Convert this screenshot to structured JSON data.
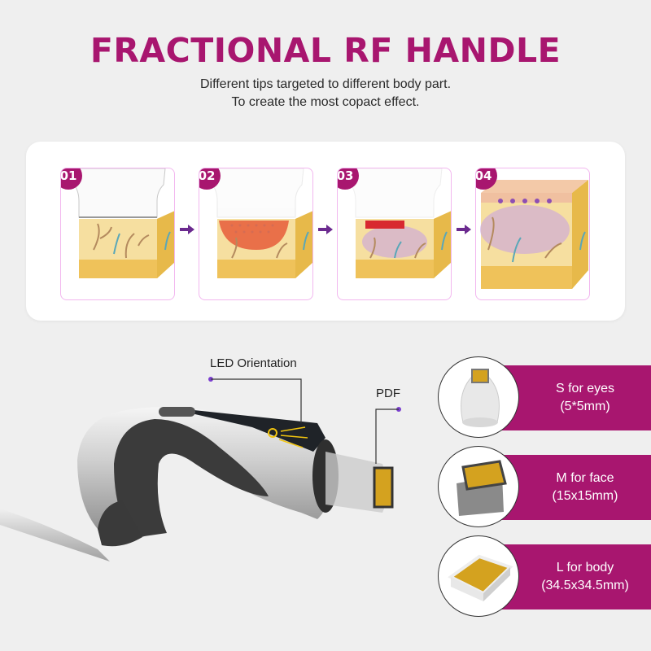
{
  "header": {
    "title": "FRACTIONAL RF HANDLE",
    "subtitle_line1": "Different tips targeted to different body part.",
    "subtitle_line2": "To create the most copact effect."
  },
  "steps": [
    {
      "number": "01",
      "description": "handpiece-on-skin"
    },
    {
      "number": "02",
      "description": "rf-heating-zone"
    },
    {
      "number": "03",
      "description": "micro-needle-energy"
    },
    {
      "number": "04",
      "description": "skin-regeneration"
    }
  ],
  "callouts": {
    "led": "LED Orientation",
    "pdf": "PDF"
  },
  "tips": [
    {
      "name": "S for eyes",
      "size": "(5*5mm)",
      "icon": "small-tip-icon"
    },
    {
      "name": "M for face",
      "size": "(15x15mm)",
      "icon": "medium-tip-icon"
    },
    {
      "name": "L for body",
      "size": "(34.5x34.5mm)",
      "icon": "large-tip-icon"
    }
  ],
  "colors": {
    "brand": "#a8166f",
    "arrow": "#6b2a8f",
    "callout_dot": "#7b3fd0",
    "step_border": "#f2b7ef",
    "background": "#efefef"
  }
}
